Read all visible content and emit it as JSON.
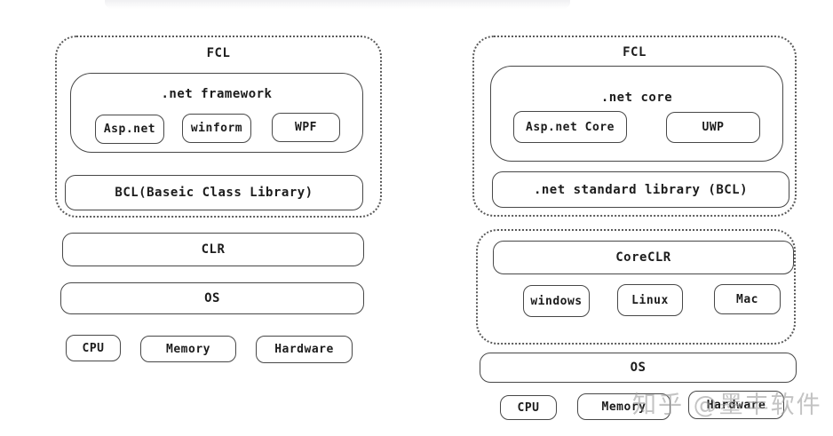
{
  "canvas": {
    "background": "#ffffff",
    "border_color": "#474747",
    "dotted_border_color": "#5a5a5a"
  },
  "watermark": {
    "text": "知乎 @墨丰软件"
  },
  "left": {
    "fcl_label": "FCL",
    "framework": {
      "label": ".net framework",
      "items": [
        {
          "label": "Asp.net"
        },
        {
          "label": "winform"
        },
        {
          "label": "WPF"
        }
      ]
    },
    "bcl_label": "BCL(Baseic Class Library)",
    "clr_label": "CLR",
    "os_label": "OS",
    "base_items": [
      {
        "label": "CPU"
      },
      {
        "label": "Memory"
      },
      {
        "label": "Hardware"
      }
    ]
  },
  "right": {
    "fcl_label": "FCL",
    "core": {
      "label": ".net core",
      "items": [
        {
          "label": "Asp.net Core"
        },
        {
          "label": "UWP"
        }
      ]
    },
    "std_label": ".net standard library (BCL)",
    "coreclr": {
      "label": "CoreCLR",
      "items": [
        {
          "label": "windows"
        },
        {
          "label": "Linux"
        },
        {
          "label": "Mac"
        }
      ]
    },
    "os_label": "OS",
    "base_items": [
      {
        "label": "CPU"
      },
      {
        "label": "Memory"
      },
      {
        "label": "Hardware"
      }
    ]
  }
}
